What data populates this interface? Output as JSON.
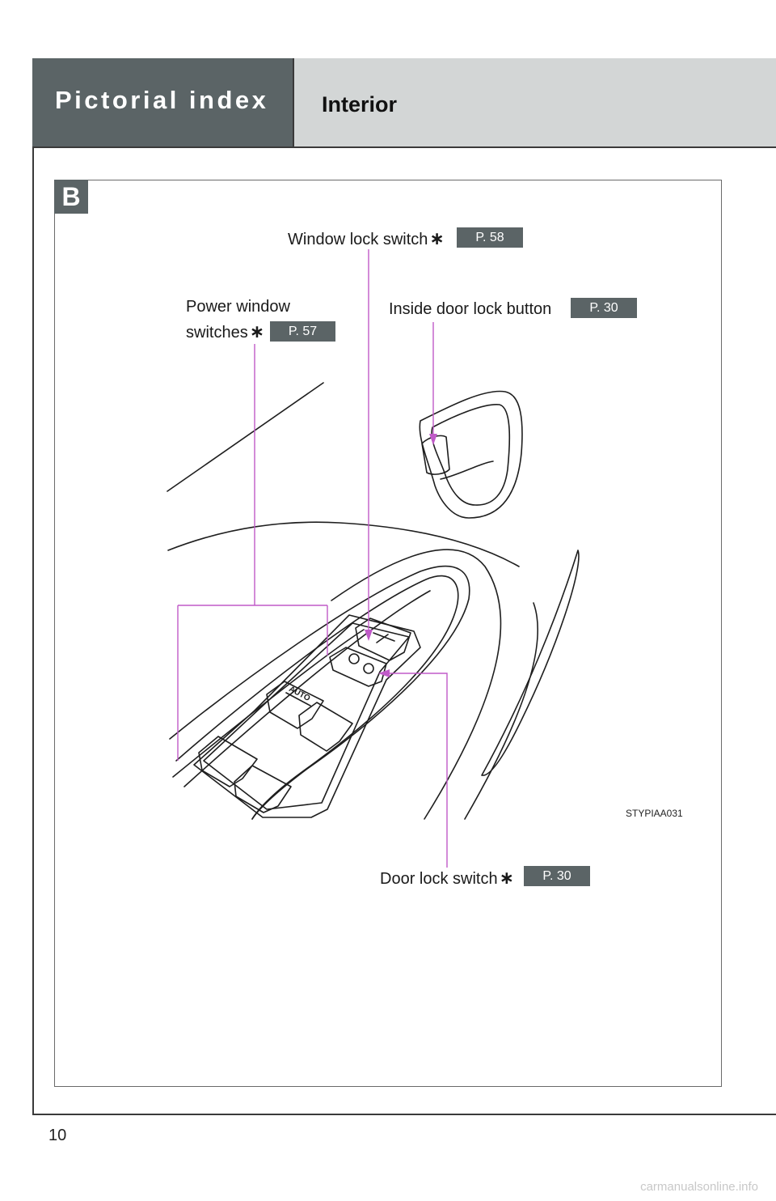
{
  "header": {
    "section_title": "Pictorial index",
    "subsection_title": "Interior"
  },
  "figure": {
    "badge": "B",
    "code": "STYPIAA031",
    "accent_color": "#c05ac8",
    "callouts": {
      "window_lock": {
        "label": "Window lock switch",
        "asterisk": "∗",
        "page": "P. 58"
      },
      "power_window": {
        "label_line1": "Power window",
        "label_line2": "switches",
        "asterisk": "∗",
        "page": "P. 57"
      },
      "inside_door_lock": {
        "label": "Inside door lock button",
        "page": "P. 30"
      },
      "door_lock": {
        "label": "Door lock switch",
        "asterisk": "∗",
        "page": "P. 30"
      }
    },
    "switch_label": "AUTO"
  },
  "footer": {
    "page_number": "10",
    "watermark": "carmanualsonline.info"
  }
}
